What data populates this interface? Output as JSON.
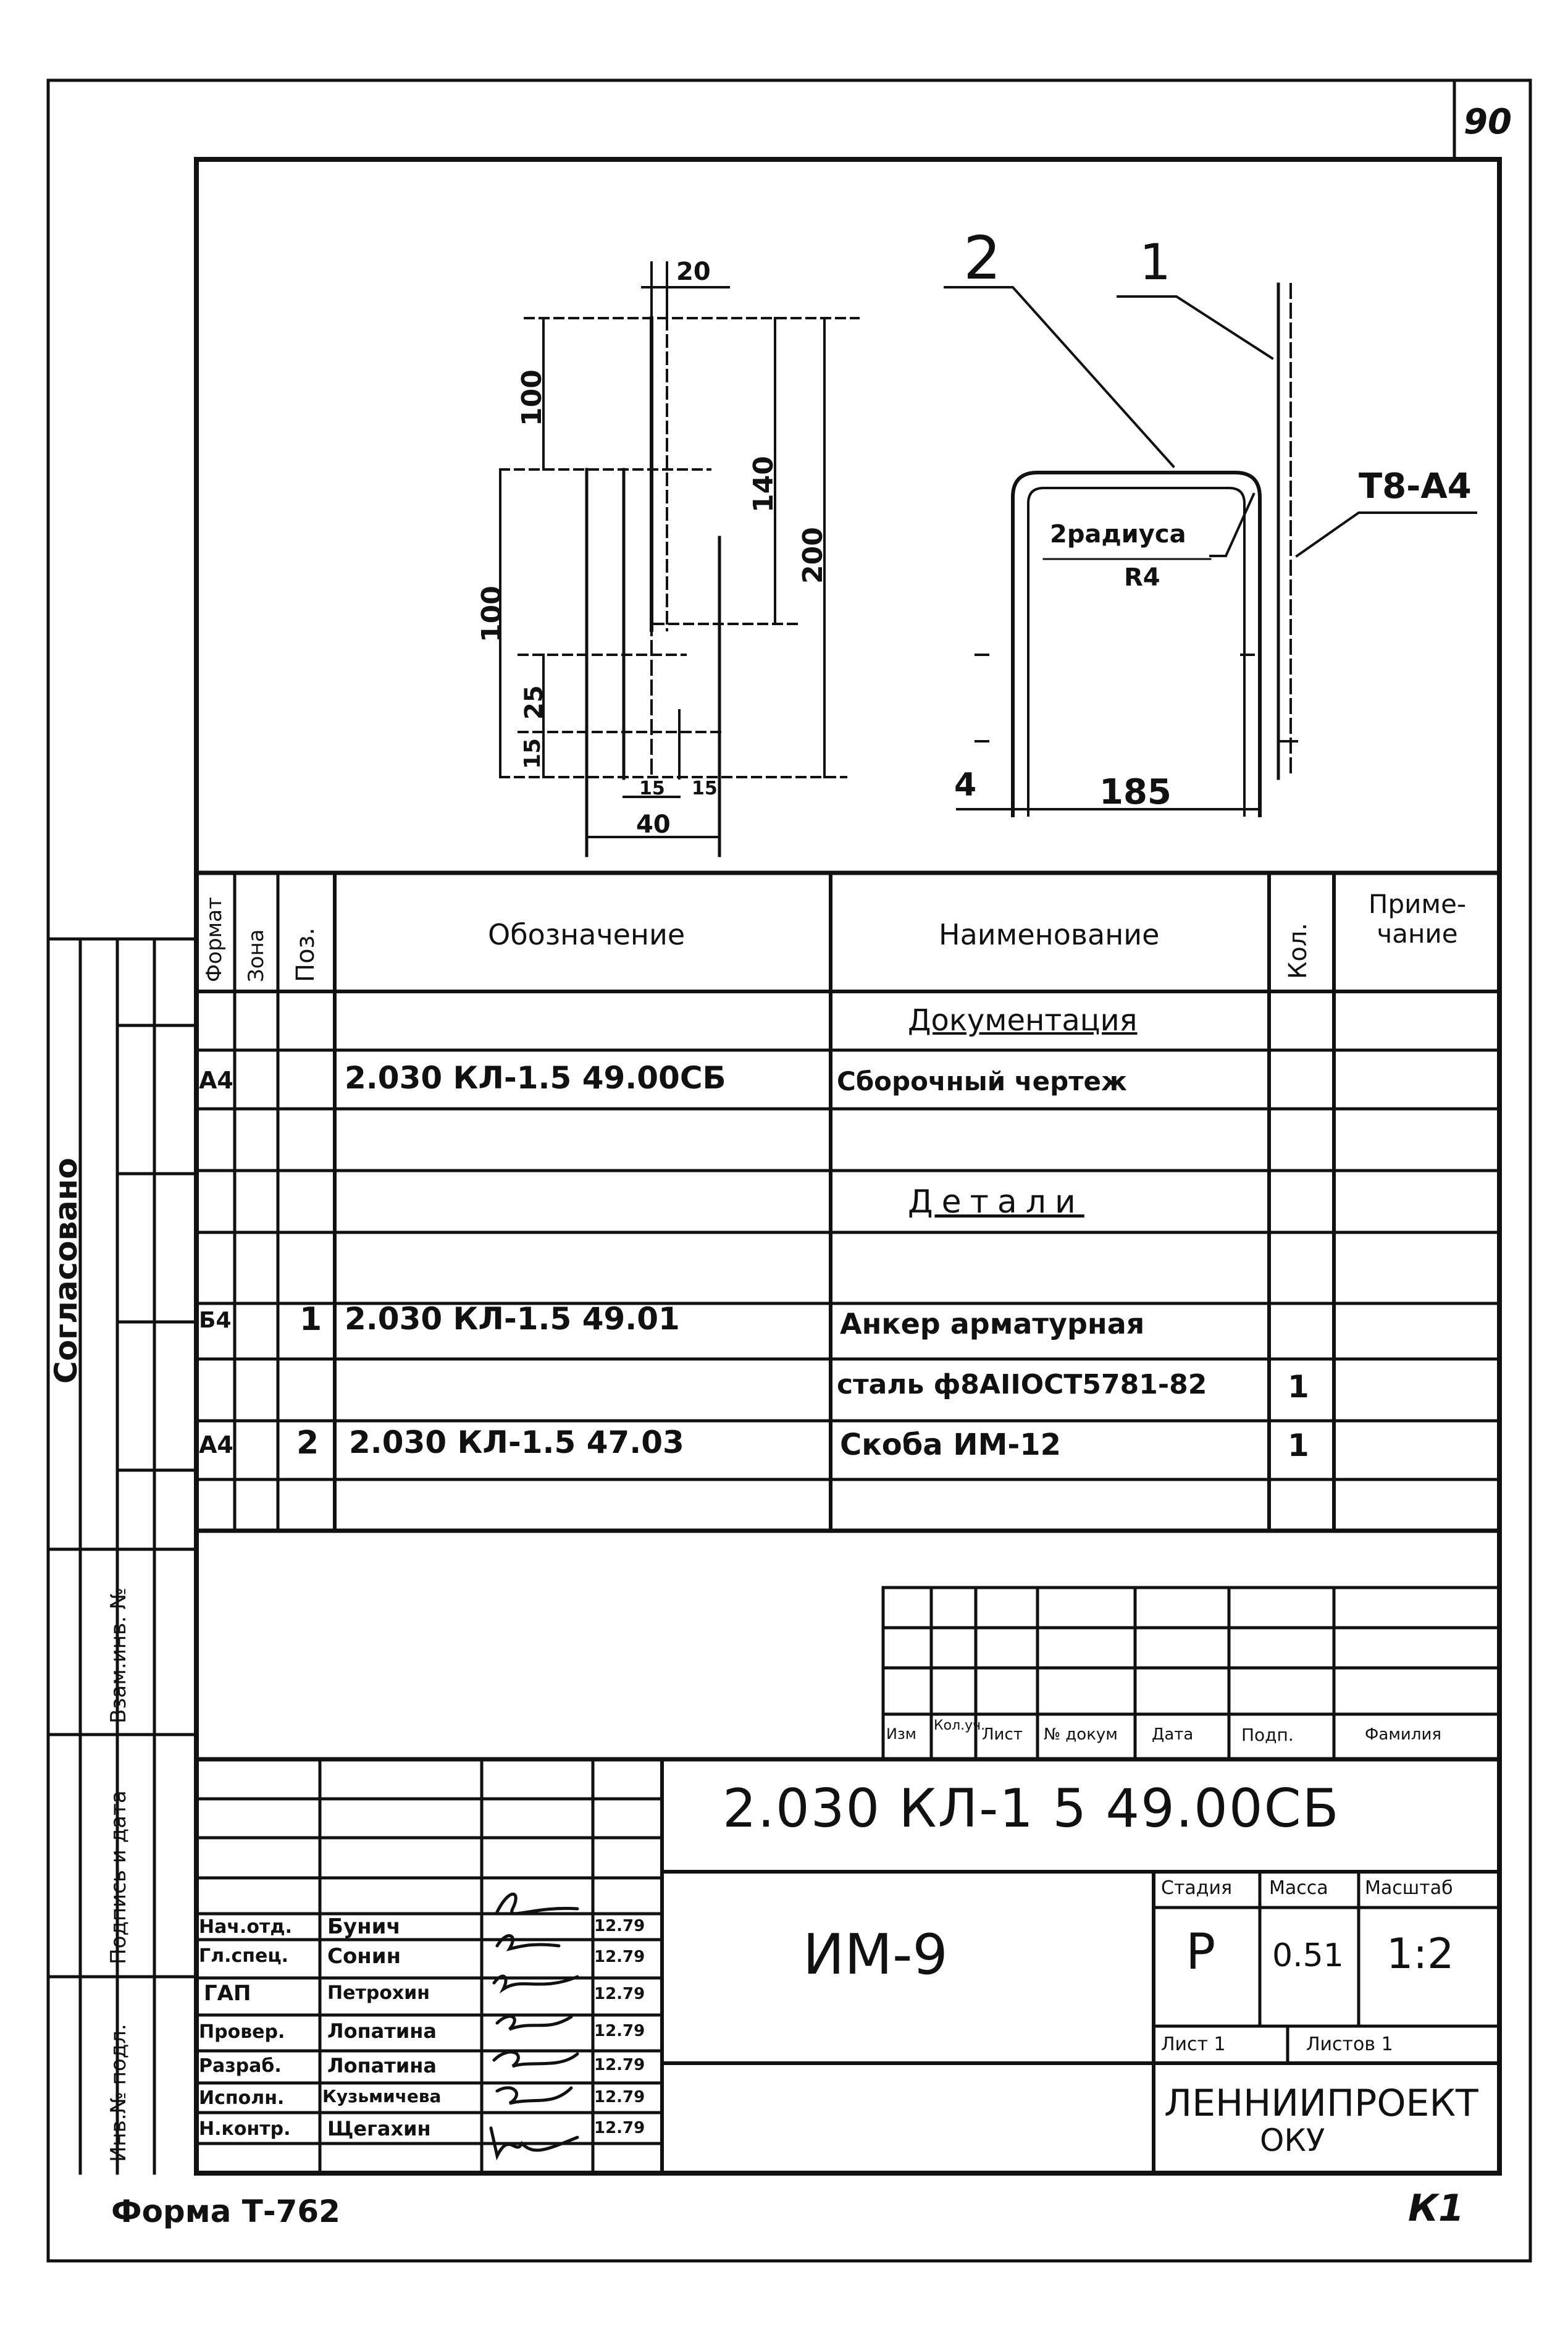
{
  "sheet_number": "90",
  "drawing": {
    "part_labels": [
      "2",
      "1"
    ],
    "rebar_label": "Т8-А4",
    "bend_note_line1": "2радиуса",
    "bend_note_line2": "R4",
    "dims_left": [
      "20",
      "100",
      "140",
      "200",
      "100",
      "25",
      "15",
      "15",
      "15",
      "40"
    ],
    "dims_bracket": [
      "4",
      "185"
    ]
  },
  "spec_table": {
    "headers": {
      "format": "Формат",
      "zone": "Зона",
      "pos": "Поз.",
      "designation": "Обозначение",
      "name": "Наименование",
      "qty": "Кол.",
      "note": "Приме-чание"
    },
    "rows": [
      {
        "format": "",
        "pos": "",
        "designation": "",
        "name": "Документация",
        "qty": "",
        "note": "",
        "heading": true
      },
      {
        "format": "А4",
        "pos": "",
        "designation": "2.030 КЛ-1.5   49.00СБ",
        "name": "Сборочный чертеж",
        "qty": "",
        "note": ""
      },
      {
        "format": "",
        "pos": "",
        "designation": "",
        "name": "",
        "qty": "",
        "note": ""
      },
      {
        "format": "",
        "pos": "",
        "designation": "",
        "name": "Детали",
        "qty": "",
        "note": "",
        "heading": true
      },
      {
        "format": "",
        "pos": "",
        "designation": "",
        "name": "",
        "qty": "",
        "note": ""
      },
      {
        "format": "Б4",
        "pos": "1",
        "designation": "2.030 КЛ-1.5   49.01",
        "name": "Анкер арматурная",
        "qty": "",
        "note": ""
      },
      {
        "format": "",
        "pos": "",
        "designation": "",
        "name": "сталь ф8АIIОСТ5781-82",
        "qty": "1",
        "note": ""
      },
      {
        "format": "А4",
        "pos": "2",
        "designation": "2.030 КЛ-1.5   47.03",
        "name": "Скоба ИМ-12",
        "qty": "1",
        "note": ""
      },
      {
        "format": "",
        "pos": "",
        "designation": "",
        "name": "",
        "qty": "",
        "note": ""
      }
    ]
  },
  "left_margin": {
    "agreed": "Согласовано",
    "replace_inv": "Взам.инв. №",
    "sign_date": "Подпись и дата",
    "inv_orig": "Инв.№ подл."
  },
  "change_table_headers": [
    "Изм",
    "Кол.уч.",
    "Лист",
    "№ докум",
    "Дата",
    "Подп.",
    "Фамилия"
  ],
  "title_block": {
    "code": "2.030 КЛ-1   5   49.00СБ",
    "name": "ИМ-9",
    "stage_label": "Стадия",
    "mass_label": "Масса",
    "scale_label": "Масштаб",
    "stage": "Р",
    "mass": "0.51",
    "scale": "1:2",
    "sheet_label": "Лист 1",
    "sheets_label": "Листов 1",
    "org_line1": "ЛЕННИИПРОЕКТ",
    "org_line2": "ОКУ",
    "staff": [
      {
        "role": "Нач.отд.",
        "name": "Бунич",
        "date": "12.79"
      },
      {
        "role": "Гл.спец.",
        "name": "Сонин",
        "date": "12.79"
      },
      {
        "role": "ГАП",
        "name": "Петрохин",
        "date": "12.79"
      },
      {
        "role": "Провер.",
        "name": "Лопатина",
        "date": "12.79"
      },
      {
        "role": "Разраб.",
        "name": "Лопатина",
        "date": "12.79"
      },
      {
        "role": "Исполн.",
        "name": "Кузьмичева",
        "date": "12.79"
      },
      {
        "role": "Н.контр.",
        "name": "Щегахин",
        "date": "12.79"
      }
    ]
  },
  "footer": {
    "form": "Форма Т-762",
    "mark": "К1"
  }
}
